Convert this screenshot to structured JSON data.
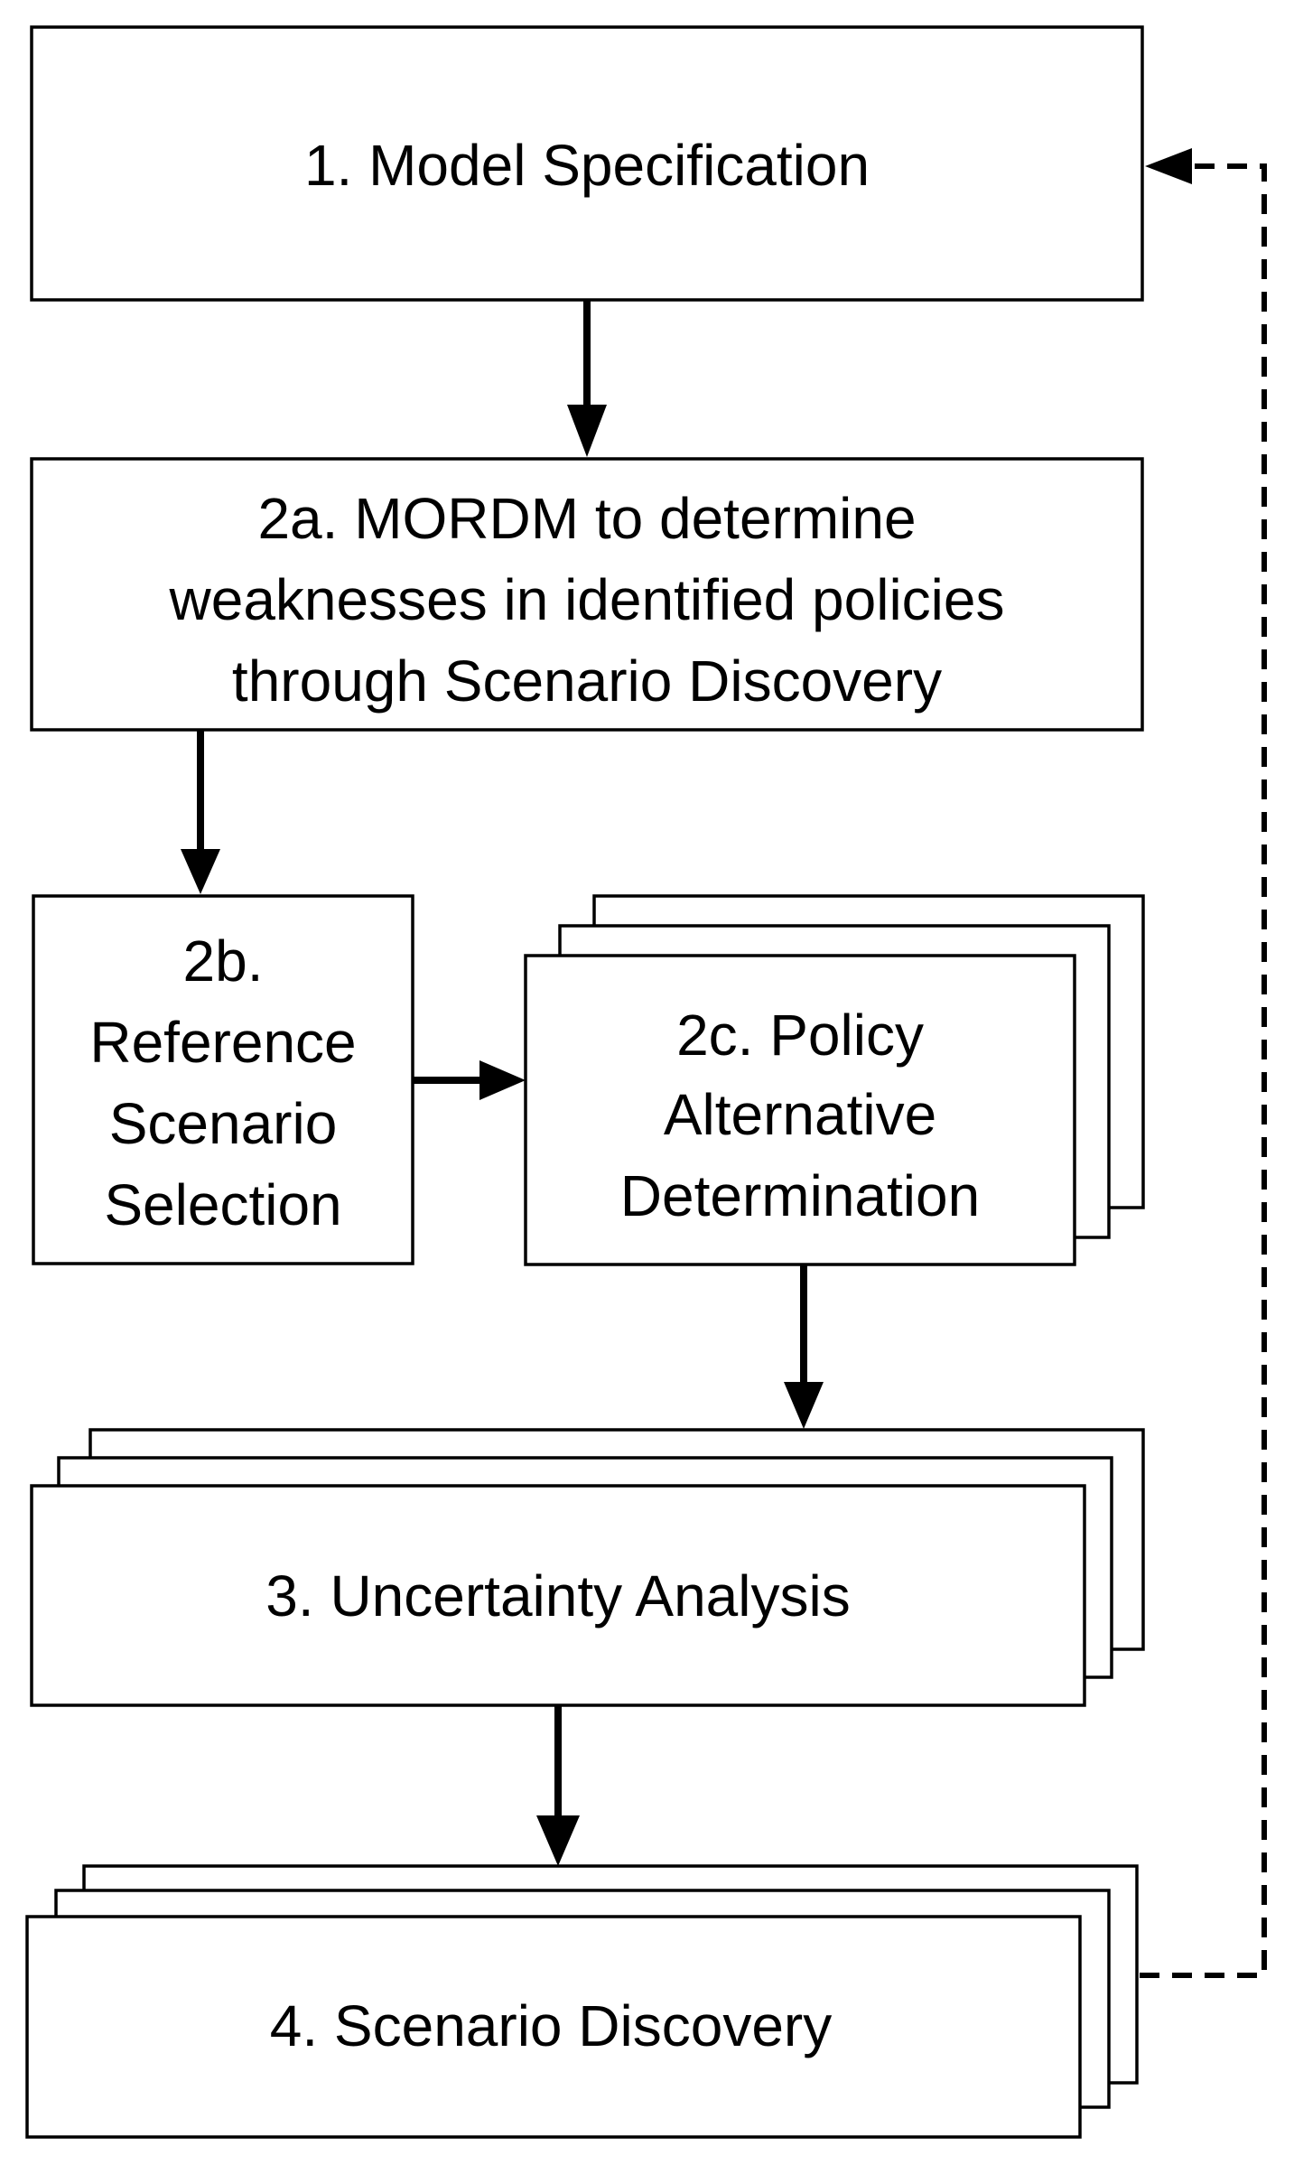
{
  "steps": {
    "model_specification": {
      "line1": "1. Model Specification"
    },
    "mordm": {
      "line1": "2a. MORDM to determine",
      "line2": "weaknesses in identified policies",
      "line3": "through Scenario Discovery"
    },
    "reference_scenario": {
      "line1": "2b.",
      "line2": "Reference",
      "line3": "Scenario",
      "line4": "Selection"
    },
    "policy_alternative": {
      "line1": "2c. Policy",
      "line2": "Alternative",
      "line3": "Determination"
    },
    "uncertainty_analysis": {
      "line1": "3. Uncertainty Analysis"
    },
    "scenario_discovery": {
      "line1": "4. Scenario Discovery"
    }
  }
}
